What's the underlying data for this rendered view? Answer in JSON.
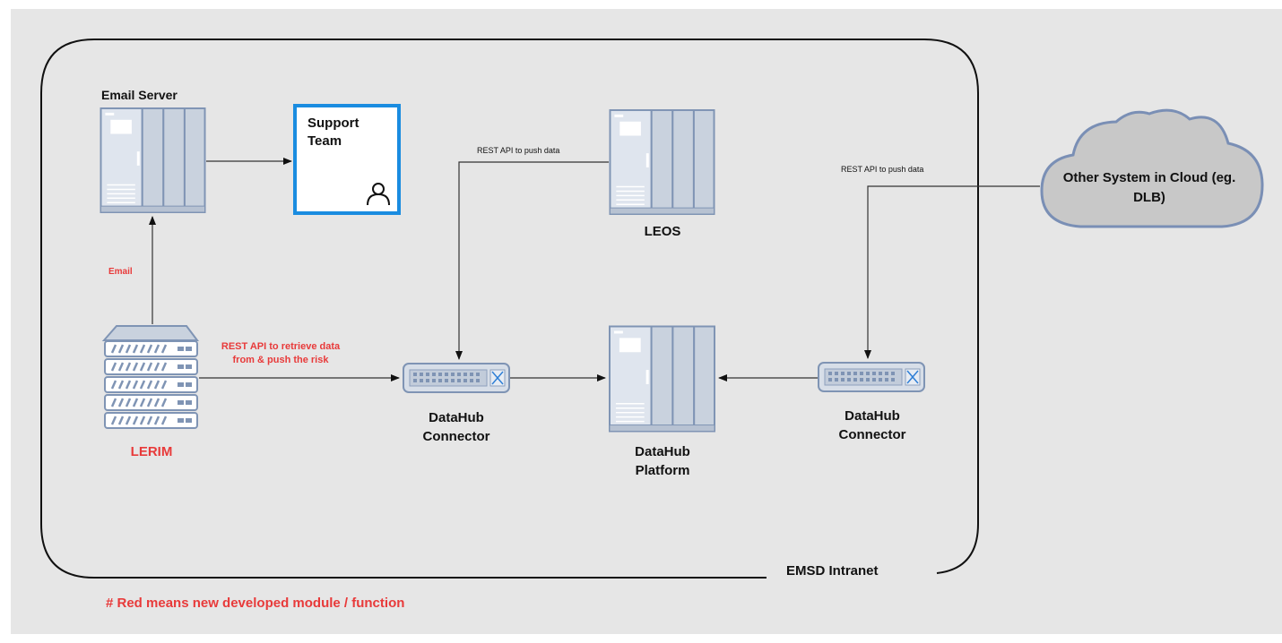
{
  "nodes": {
    "email_server": "Email Server",
    "support_team": "Support Team",
    "leos": "LEOS",
    "lerim": "LERIM",
    "connector_left": "DataHub Connector",
    "platform": "DataHub Platform",
    "connector_right": "DataHub Connector",
    "cloud": "Other System in Cloud (eg. DLB)"
  },
  "edges": {
    "email": "Email",
    "rest_leos": "REST API to push data",
    "rest_cloud": "REST API to push data",
    "rest_lerim": "REST API to retrieve data from & push the risk"
  },
  "container_label": "EMSD Intranet",
  "legend": "# Red means new developed module / function",
  "colors": {
    "new_module": "#e83a3a",
    "server_fill": "#c9d2de",
    "server_stroke": "#7f94b4",
    "support_border": "#1a8ce0",
    "cloud_fill": "#c8c8c8",
    "cloud_stroke": "#7a8fb5"
  }
}
